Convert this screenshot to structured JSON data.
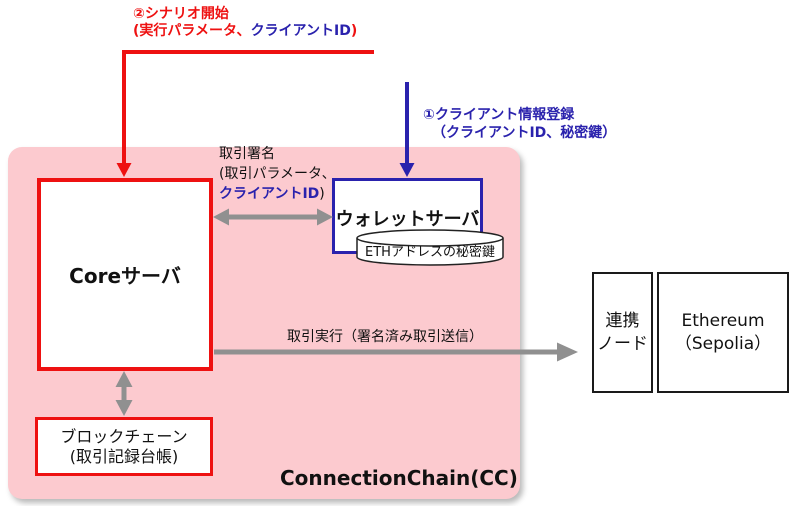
{
  "colors": {
    "red": "#ee1111",
    "blue": "#2a22ad",
    "gray": "#909090",
    "pink": "#fccacf",
    "ink": "#111111",
    "border": "#1a1a1a",
    "bg": "#ffffff"
  },
  "container": {
    "label": "ConnectionChain(CC)"
  },
  "nodes": {
    "core": {
      "label": "Coreサーバ"
    },
    "wallet": {
      "label": "ウォレットサーバ"
    },
    "eth_key_db": {
      "label": "ETHアドレスの秘密鍵"
    },
    "blockchain": {
      "line1": "ブロックチェーン",
      "line2": "(取引記録台帳)"
    },
    "relay": {
      "line1": "連携",
      "line2": "ノード"
    },
    "ethereum": {
      "line1": "Ethereum",
      "line2": "（Sepolia）"
    }
  },
  "annotations": {
    "scenario_start": {
      "line1": "②シナリオ開始",
      "line2_open": "(実行パラメータ、",
      "line2_blue": "クライアントID",
      "line2_close": ")"
    },
    "client_registration": {
      "line1": "①クライアント情報登録",
      "line2": "（クライアントID、秘密鍵）"
    },
    "tx_sign": {
      "line1": "取引署名",
      "line2": "(取引パラメータ、",
      "line3_blue": "クライアントID",
      "line3_close": ")"
    },
    "tx_exec": {
      "label": "取引実行（署名済み取引送信）"
    }
  }
}
